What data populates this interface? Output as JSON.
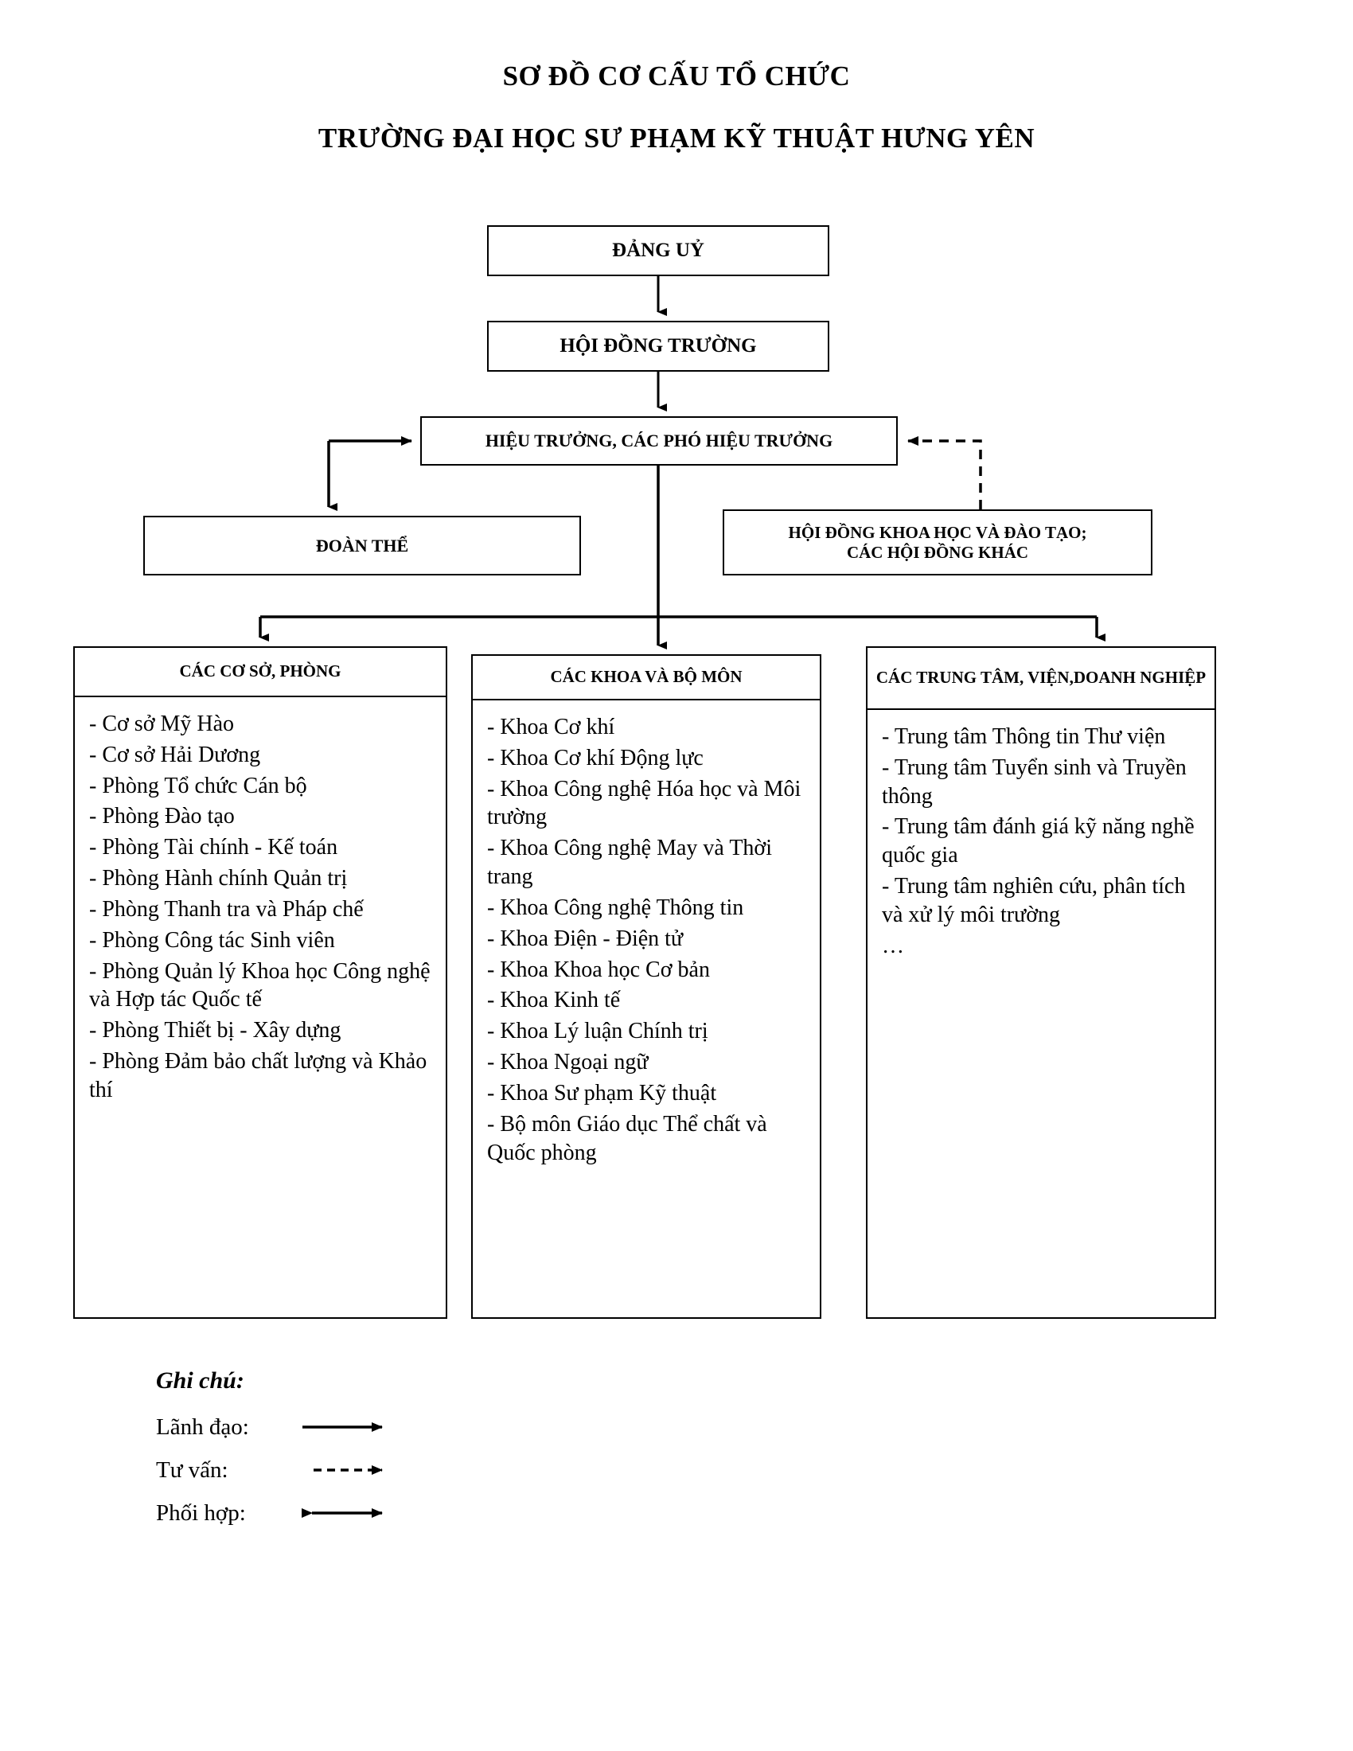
{
  "title": {
    "line1": "SƠ ĐỒ CƠ CẤU TỔ CHỨC",
    "line2": "TRƯỜNG ĐẠI HỌC SƯ PHẠM KỸ THUẬT HƯNG YÊN"
  },
  "nodes": {
    "dang_uy": "ĐẢNG UỶ",
    "hoi_dong_truong": "HỘI ĐỒNG TRƯỜNG",
    "hieu_truong": "HIỆU TRƯỞNG, CÁC PHÓ HIỆU TRƯỞNG",
    "doan_the": "ĐOÀN THỂ",
    "hoi_dong_khoa_hoc_line1": "HỘI ĐỒNG KHOA HỌC VÀ ĐÀO TẠO;",
    "hoi_dong_khoa_hoc_line2": "CÁC HỘI ĐỒNG KHÁC"
  },
  "columns": [
    {
      "header": "CÁC CƠ SỞ, PHÒNG",
      "items": [
        "- Cơ sở Mỹ Hào",
        "- Cơ sở Hải Dương",
        "- Phòng Tổ chức Cán bộ",
        "- Phòng Đào tạo",
        "- Phòng Tài chính - Kế toán",
        "- Phòng Hành chính Quản trị",
        "- Phòng Thanh tra và Pháp chế",
        "- Phòng Công tác Sinh viên",
        "- Phòng Quản lý Khoa học Công nghệ và Hợp tác Quốc tế",
        "- Phòng Thiết bị - Xây dựng",
        "- Phòng Đảm bảo chất lượng và Khảo thí"
      ]
    },
    {
      "header": "CÁC KHOA VÀ BỘ MÔN",
      "items": [
        "- Khoa Cơ khí",
        "- Khoa Cơ khí Động lực",
        "- Khoa Công nghệ Hóa học và Môi trường",
        "- Khoa Công nghệ May và Thời trang",
        "- Khoa Công nghệ Thông tin",
        "- Khoa Điện - Điện tử",
        "- Khoa Khoa học Cơ bản",
        "- Khoa Kinh tế",
        "- Khoa Lý luận Chính trị",
        "- Khoa Ngoại ngữ",
        "- Khoa Sư phạm Kỹ thuật",
        "- Bộ môn Giáo dục Thể chất và Quốc phòng"
      ]
    },
    {
      "header_line1": "CÁC TRUNG TÂM, VIỆN,",
      "header_line2": "DOANH NGHIỆP",
      "header": "CÁC TRUNG TÂM, VIỆN, DOANH NGHIỆP",
      "items": [
        "- Trung tâm Thông tin Thư viện",
        "- Trung tâm Tuyển sinh và Truyền thông",
        "- Trung tâm đánh giá kỹ năng nghề quốc gia",
        "- Trung tâm nghiên cứu, phân tích và xử lý môi trường",
        "…"
      ]
    }
  ],
  "legend": {
    "title": "Ghi chú:",
    "rows": [
      {
        "label": "Lãnh đạo:",
        "arrow": "solid-arrow-right-icon"
      },
      {
        "label": "Tư vấn:",
        "arrow": "dashed-arrow-right-icon"
      },
      {
        "label": "Phối hợp:",
        "arrow": "double-headed-arrow-icon"
      }
    ]
  },
  "colors": {
    "line": "#000000",
    "background": "#ffffff",
    "text": "#000000"
  }
}
